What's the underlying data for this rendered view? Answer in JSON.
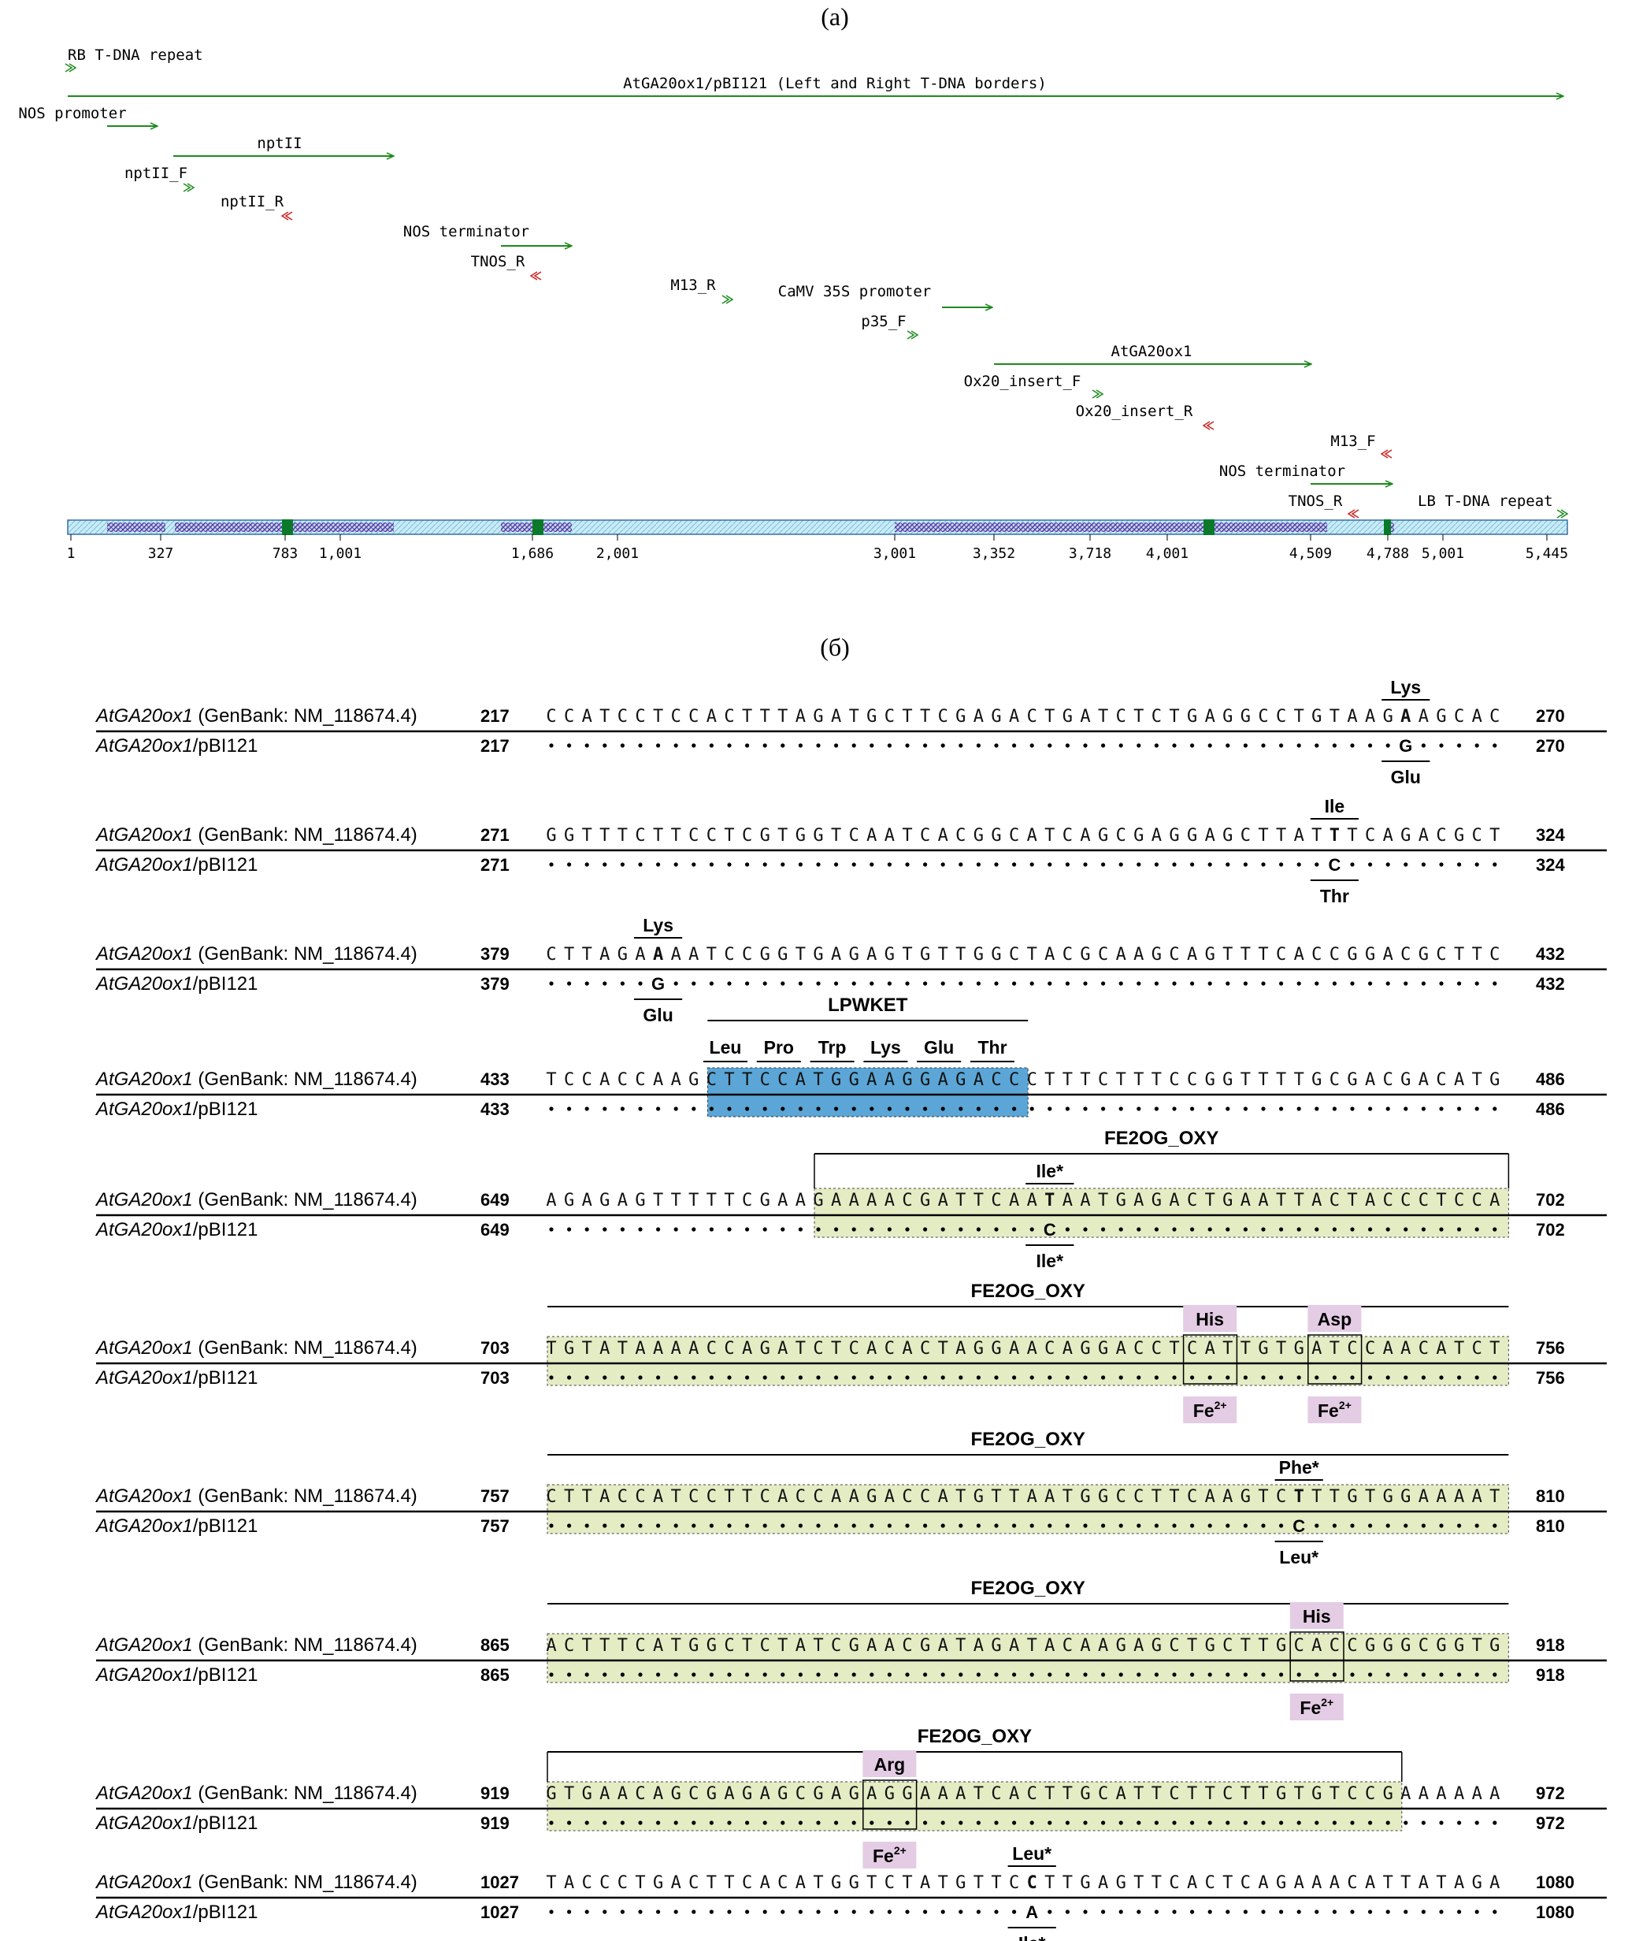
{
  "panel_a": {
    "label": "(a)",
    "features": [
      {
        "label": "RB T-DNA repeat",
        "kind": "repeat"
      },
      {
        "label": "AtGA20ox1/pBI121 (Left and Right T-DNA borders)",
        "kind": "fwd"
      },
      {
        "label": "NOS promoter",
        "kind": "fwd"
      },
      {
        "label": "nptII",
        "kind": "fwd"
      },
      {
        "label": "nptII_F",
        "kind": "primer_f"
      },
      {
        "label": "nptII_R",
        "kind": "primer_r"
      },
      {
        "label": "NOS terminator",
        "kind": "fwd"
      },
      {
        "label": "TNOS_R",
        "kind": "primer_r"
      },
      {
        "label": "M13_R",
        "kind": "primer_f"
      },
      {
        "label": "CaMV 35S promoter",
        "kind": "fwd"
      },
      {
        "label": "p35_F",
        "kind": "primer_f"
      },
      {
        "label": "AtGA20ox1",
        "kind": "fwd"
      },
      {
        "label": "Ox20_insert_F",
        "kind": "primer_f"
      },
      {
        "label": "Ox20_insert_R",
        "kind": "primer_r"
      },
      {
        "label": "M13_F",
        "kind": "primer_r"
      },
      {
        "label": "NOS terminator",
        "kind": "fwd"
      },
      {
        "label": "TNOS_R",
        "kind": "primer_r"
      },
      {
        "label": "LB T-DNA repeat",
        "kind": "repeat"
      }
    ],
    "ruler_ticks": [
      "1",
      "327",
      "783",
      "1,001",
      "1,686",
      "2,001",
      "3,001",
      "3,352",
      "3,718",
      "4,001",
      "4,509",
      "4,788",
      "5,001",
      "5,445"
    ],
    "colors": {
      "feature": "#1d8a1d",
      "primer_reverse": "#cc2222",
      "backbone": "#9fd6e8",
      "hatch": "#4a48a8",
      "marker": "#0a7a2a"
    }
  },
  "panel_b": {
    "label": "(б)",
    "ref_name": "AtGA20ox1",
    "ref_suffix": " (GenBank: NM_118674.4)",
    "cons_name": "AtGA20ox1",
    "cons_suffix": "/pBI121",
    "domain_label": "FE2OG_OXY",
    "motif_label": "LPWKET",
    "motif_aa": [
      "Leu",
      "Pro",
      "Trp",
      "Lys",
      "Glu",
      "Thr"
    ],
    "blocks": [
      {
        "start": "217",
        "end": "270",
        "ref": "CCATCCTCCACTTTAGATGCTTCGAGACTGATCTCTGAGGCCTGTAAGAAGCAC",
        "cons": "................................................G.....",
        "top": "Lys",
        "bottom": "Glu"
      },
      {
        "start": "271",
        "end": "324",
        "ref": "GGTTTCTTCCTCGTGGTCAATCACGGCATCAGCGAGGAGCTTATTTCAGACGCT",
        "cons": "............................................C.........",
        "top": "Ile",
        "bottom": "Thr"
      },
      {
        "start": "379",
        "end": "432",
        "ref": "CTTAGAAAATCCGGTGAGAGTGTTGGCTACGCAAGCAGTTTCACCGGACGCTTC",
        "cons": "......G...............................................",
        "top": "Lys",
        "bottom": "Glu"
      },
      {
        "start": "433",
        "end": "486",
        "ref": "TCCACCAAGCTTCCATGGAAGGAGACCCTTTCTTTCCGGTTTTGCGACGACATG",
        "cons": "......................................................"
      },
      {
        "start": "649",
        "end": "702",
        "ref": "AGAGAGTTTTTCGAAGAAAACGATTCAATAATGAGACTGAATTACTACCCTCCA",
        "cons": "............................C.........................",
        "top": "Ile*",
        "bottom": "Ile*"
      },
      {
        "start": "703",
        "end": "756",
        "ref": "TGTATAAAACCAGATCTCACACTAGGAACAGGACCTCATTGTGATCCAACATCT",
        "cons": "......................................................",
        "top": [
          "His",
          "Asp"
        ],
        "bottom": [
          "Fe2+",
          "Fe2+"
        ]
      },
      {
        "start": "757",
        "end": "810",
        "ref": "CTTACCATCCTTCACCAAGACCATGTTAATGGCCTTCAAGTCTTTGTGGAAAAT",
        "cons": "..........................................C...........",
        "top": "Phe*",
        "bottom": "Leu*"
      },
      {
        "start": "865",
        "end": "918",
        "ref": "ACTTTCATGGCTCTATCGAACGATAGATACAAGAGCTGCTTGCACCGGGCGGTG",
        "cons": "......................................................",
        "top": "His",
        "bottom": "Fe2+"
      },
      {
        "start": "919",
        "end": "972",
        "ref": "GTGAACAGCGAGAGCGAGAGGAAATCACTTGCATTCTTCTTGTGTCCGAAAAAA",
        "cons": "......................................................",
        "top": "Arg",
        "bottom": "Fe2+"
      },
      {
        "start": "1027",
        "end": "1080",
        "ref": "TACCCTGACTTCACATGGTCTATGTTCCTTGAGTTCACTCAGAAACATTATAGA",
        "cons": "...........................A..........................",
        "top": "Leu*",
        "bottom": "Ile*"
      }
    ],
    "colors": {
      "motif": "#5ba6d6",
      "domain": "#e4ecc4",
      "fe_box": "#e4cce4"
    }
  }
}
